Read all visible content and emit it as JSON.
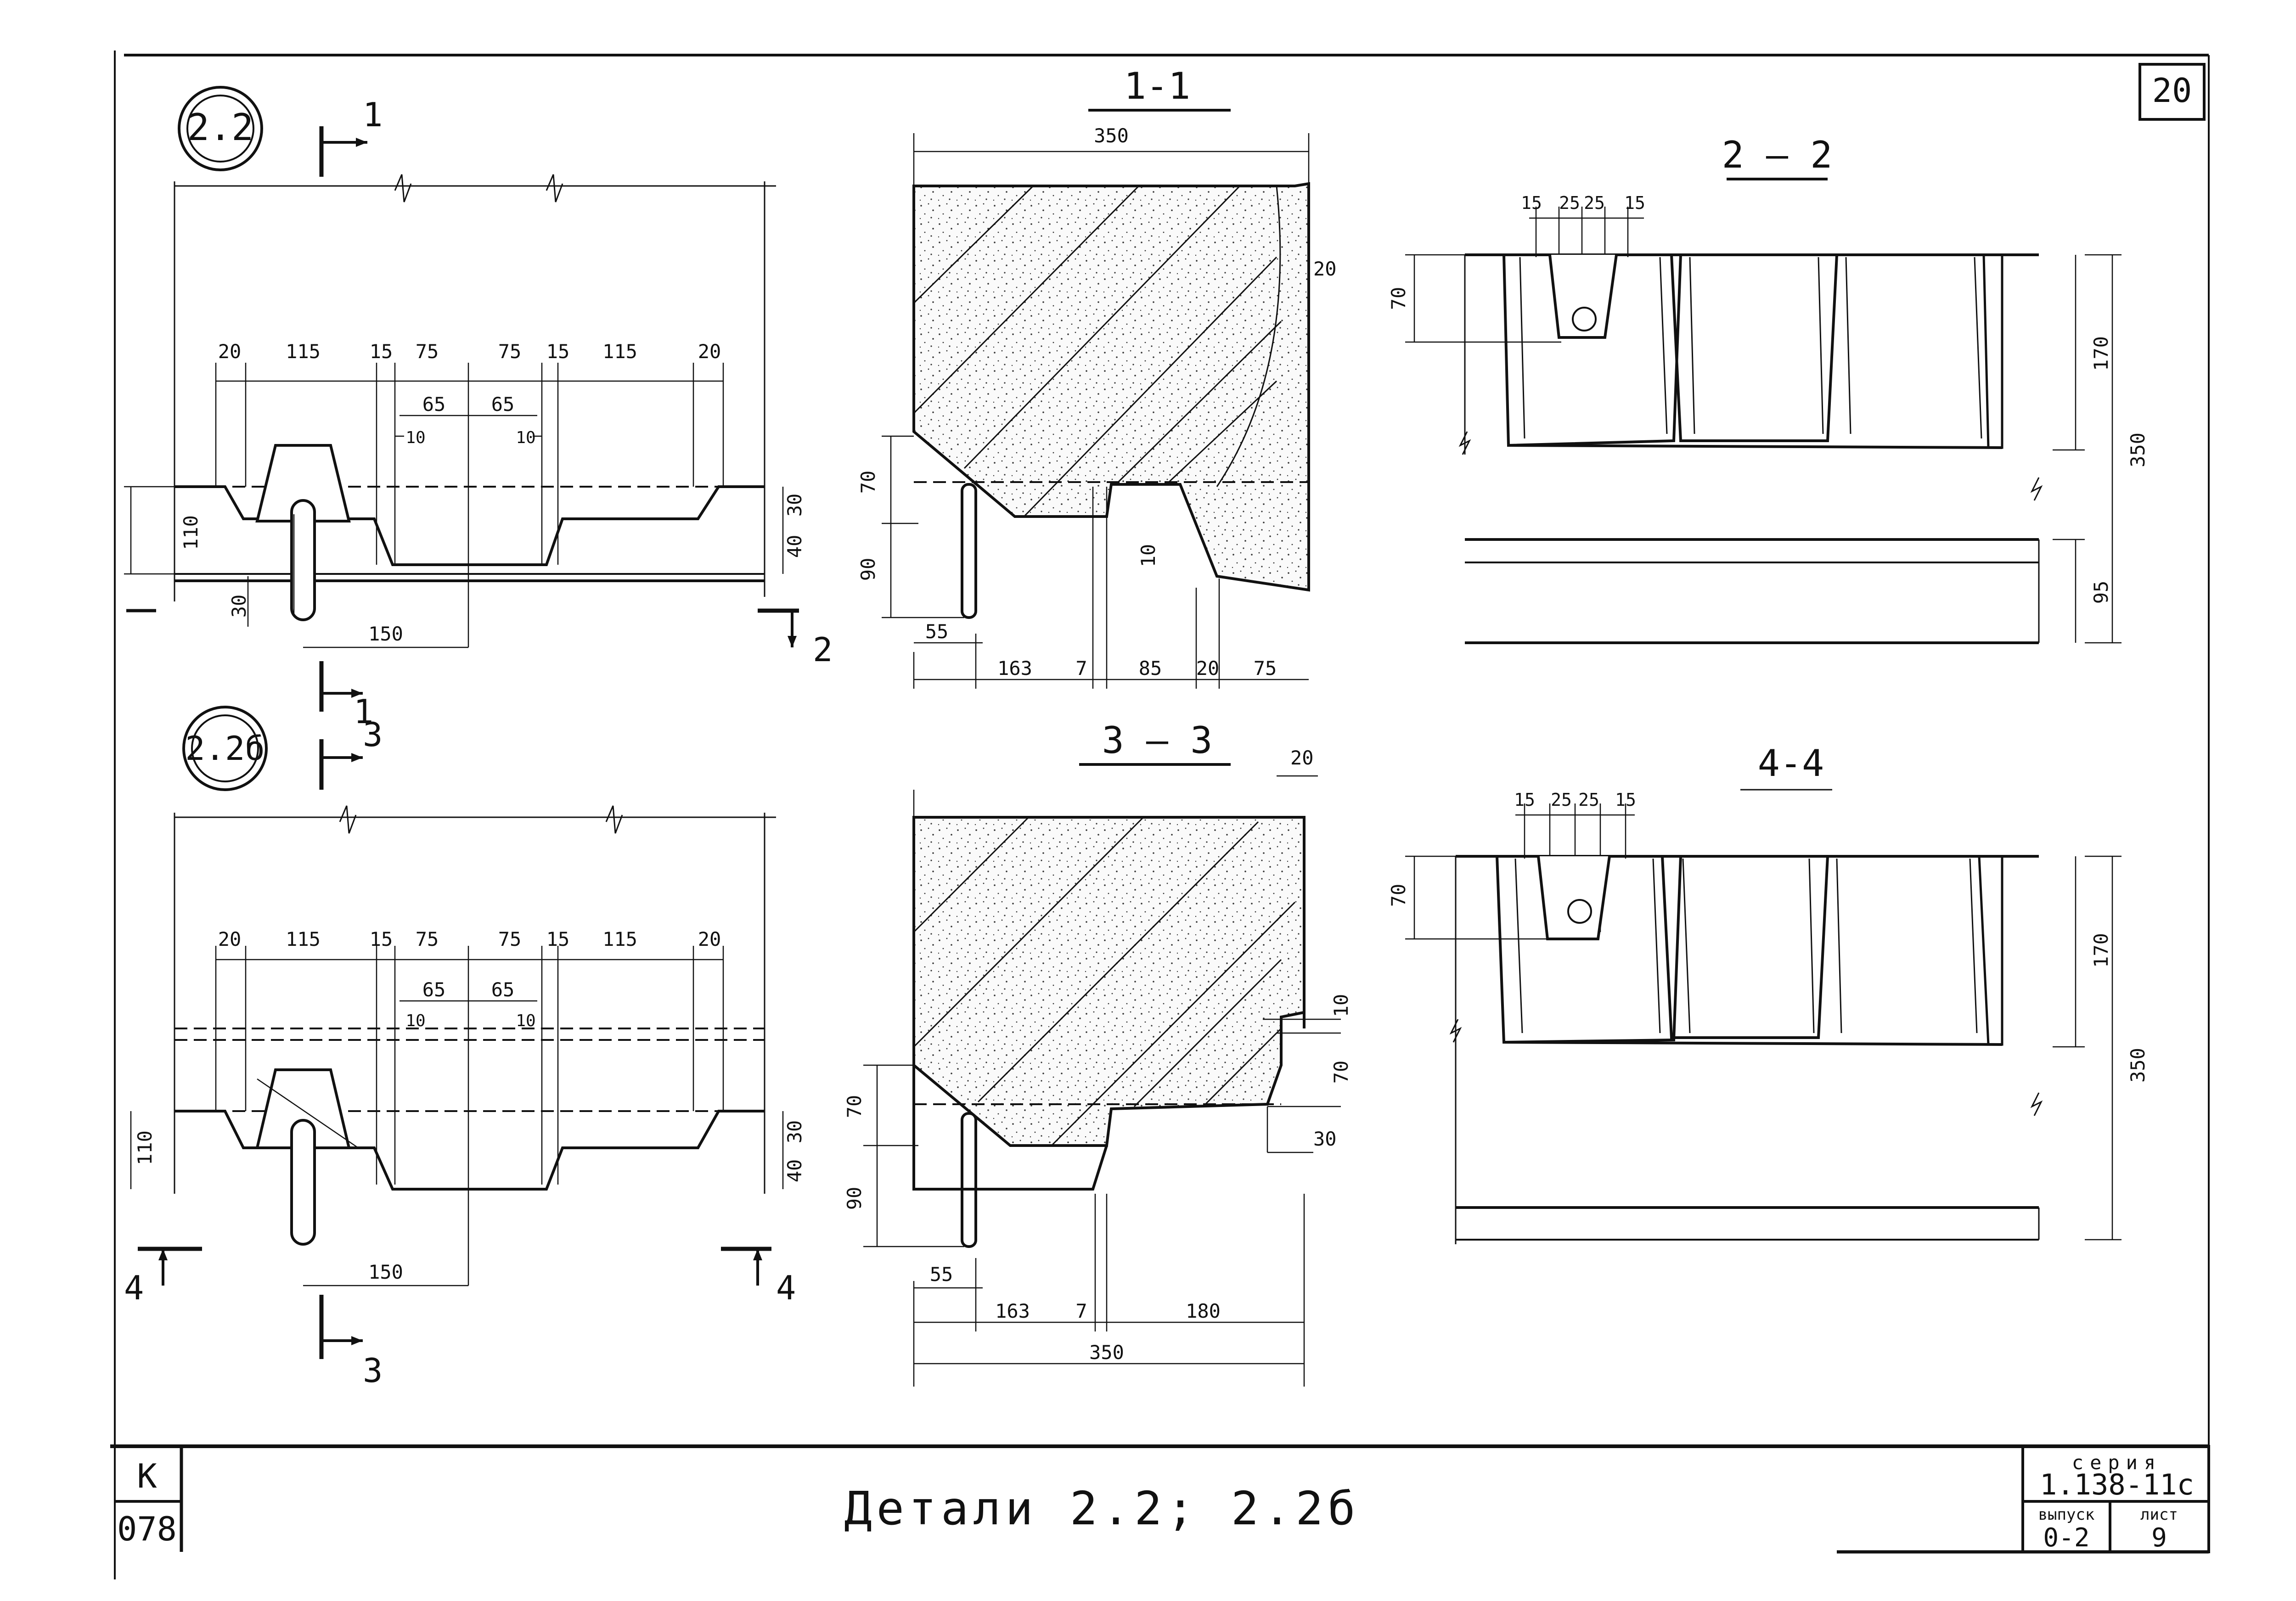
{
  "sheet": {
    "number": "20",
    "title": "Детали 2.2; 2.2б",
    "left_stamp": [
      "К",
      "078"
    ],
    "series_label": "серия",
    "series_value": "1.138-11с",
    "issue_label": "выпуск",
    "issue_value": "0-2",
    "list_label": "лист",
    "list_value": "9"
  },
  "detail_top": {
    "id": "2.2",
    "section_marks": [
      "1",
      "1",
      "2"
    ],
    "dims_top": [
      "20",
      "115",
      "15",
      "75",
      "75",
      "15",
      "115",
      "20"
    ],
    "dims_mid": [
      "65",
      "65"
    ],
    "dims_small": [
      "10",
      "10"
    ],
    "dims_left": [
      "110"
    ],
    "dims_right": [
      "30",
      "40"
    ],
    "dims_bottom": [
      "30",
      "150"
    ]
  },
  "detail_bottom": {
    "id": "2.2б",
    "section_marks": [
      "3",
      "3",
      "4",
      "4"
    ],
    "dims_top": [
      "20",
      "115",
      "15",
      "75",
      "75",
      "15",
      "115",
      "20"
    ],
    "dims_mid": [
      "65",
      "65"
    ],
    "dims_small": [
      "10",
      "10"
    ],
    "dims_left": [
      "110"
    ],
    "dims_right": [
      "30",
      "40"
    ],
    "dims_bottom": [
      "150"
    ]
  },
  "section_1_1": {
    "title": "1-1",
    "top": "350",
    "right": "20",
    "left": [
      "70",
      "90"
    ],
    "inner": "10",
    "bottom": [
      "55",
      "163",
      "7",
      "85",
      "20",
      "75"
    ]
  },
  "section_3_3": {
    "title": "3 – 3",
    "top_right": "20",
    "right": [
      "10",
      "70",
      "30"
    ],
    "left": [
      "70",
      "90"
    ],
    "bottom": [
      "55",
      "163",
      "7",
      "180"
    ],
    "total": "350"
  },
  "section_2_2": {
    "title": "2 – 2",
    "top": [
      "15",
      "25",
      "25",
      "15"
    ],
    "left": "70",
    "right": [
      "170",
      "350",
      "95"
    ]
  },
  "section_4_4": {
    "title": "4-4",
    "top": [
      "15",
      "25",
      "25",
      "15"
    ],
    "left": "70",
    "right": [
      "170",
      "350"
    ]
  }
}
